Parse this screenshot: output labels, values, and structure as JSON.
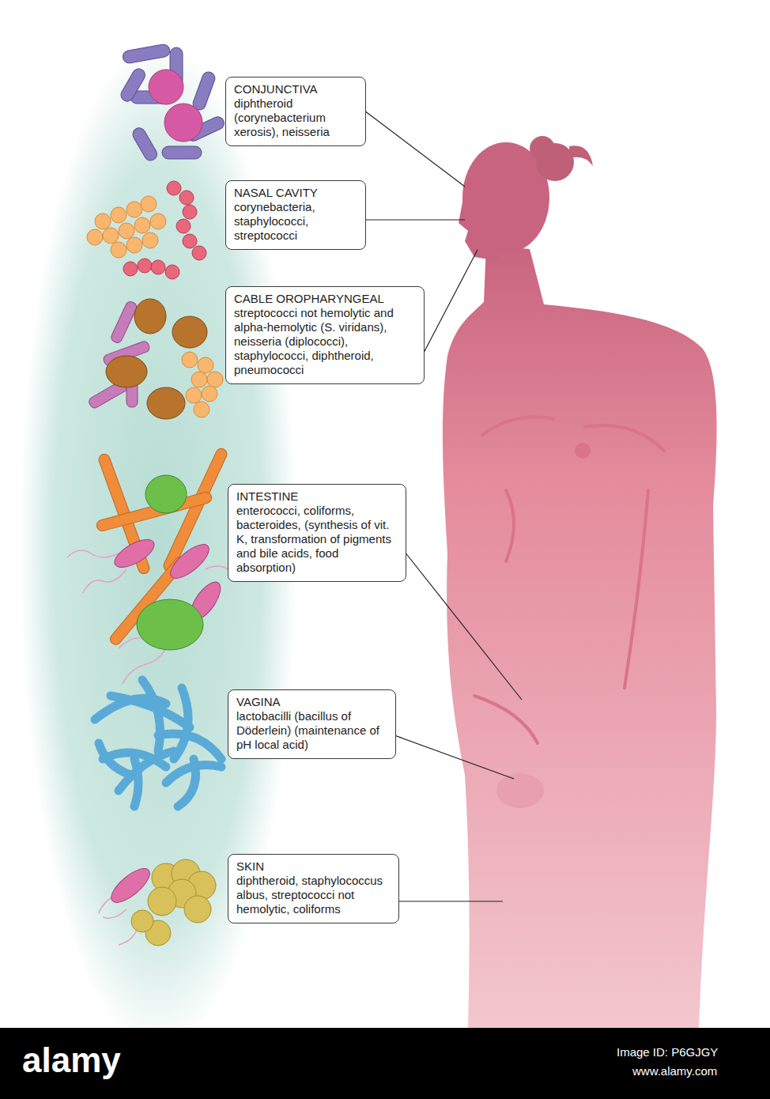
{
  "diagram": {
    "nodes": [
      {
        "text": [
          "CONJUNCTIVA",
          "diphtheroid (corynebacterium xerosis), neisseria"
        ]
      },
      {
        "text": [
          "NASAL CAVITY",
          "corynebacteria, staphylococci, streptococci"
        ]
      },
      {
        "text": [
          "CABLE OROPHARYNGEAL",
          "streptococci not hemolytic and alpha-hemolytic (S. viridans), neisseria (diplococci), staphylococci, diphtheroid, pneumococci"
        ]
      },
      {
        "text": [
          "INTESTINE",
          "enterococci, coliforms, bacteroides, (synthesis of vit. K, transformation of pigments and bile acids, food absorption)"
        ]
      },
      {
        "text": [
          "VAGINA",
          "lactobacilli (bacillus of Döderlein) (maintenance of pH local acid)"
        ]
      },
      {
        "text": [
          "SKIN",
          "diphtheroid, staphylococcus albus, streptococci not hemolytic, coliforms"
        ]
      }
    ],
    "labels": [
      "alamy",
      "Image ID: P6GJGY",
      "www.alamy.com"
    ]
  }
}
